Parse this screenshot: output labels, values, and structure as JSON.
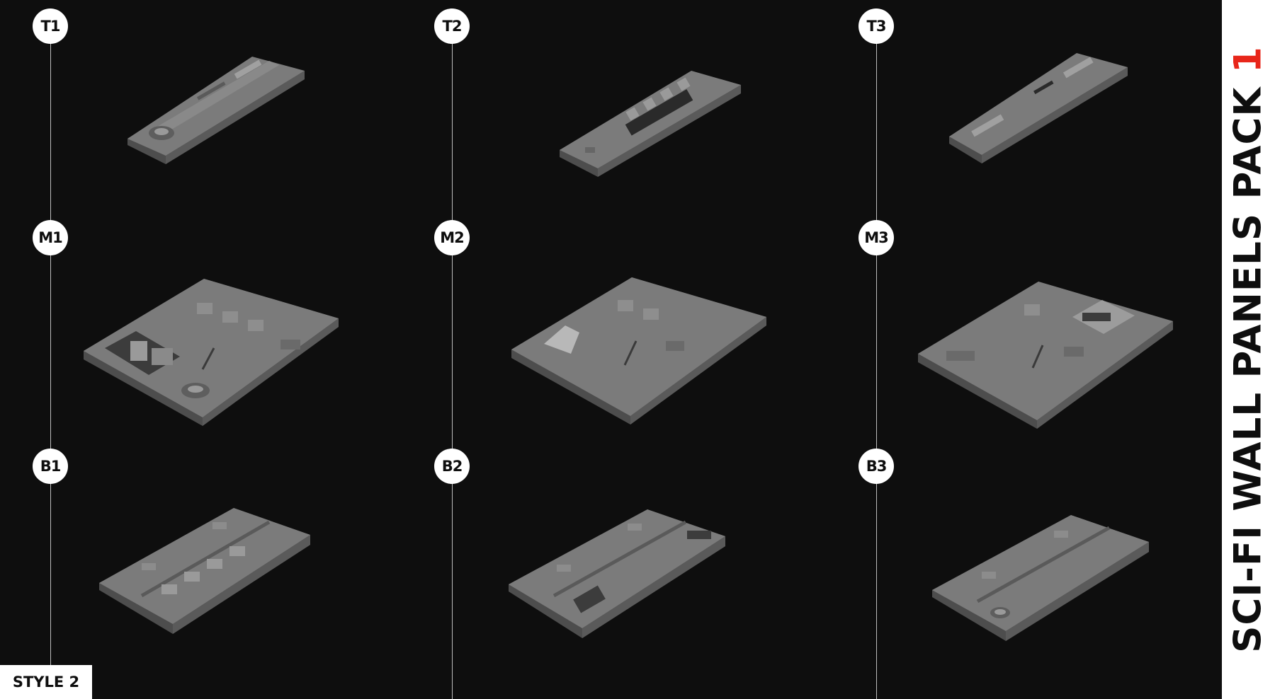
{
  "panels": [
    {
      "id": "T1",
      "label": "T1"
    },
    {
      "id": "T2",
      "label": "T2"
    },
    {
      "id": "T3",
      "label": "T3"
    },
    {
      "id": "M1",
      "label": "M1"
    },
    {
      "id": "M2",
      "label": "M2"
    },
    {
      "id": "M3",
      "label": "M3"
    },
    {
      "id": "B1",
      "label": "B1"
    },
    {
      "id": "B2",
      "label": "B2"
    },
    {
      "id": "B3",
      "label": "B3"
    }
  ],
  "style_label": "STYLE 2",
  "title": {
    "main": "SCI-FI WALL PANELS PACK ",
    "number": "1"
  },
  "colors": {
    "background": "#0e0e0e",
    "badge": "#ffffff",
    "line": "#bdbdbd",
    "panel_top": "#7b7b7b",
    "panel_side": "#4d4d4d",
    "accent": "#e8261a"
  }
}
